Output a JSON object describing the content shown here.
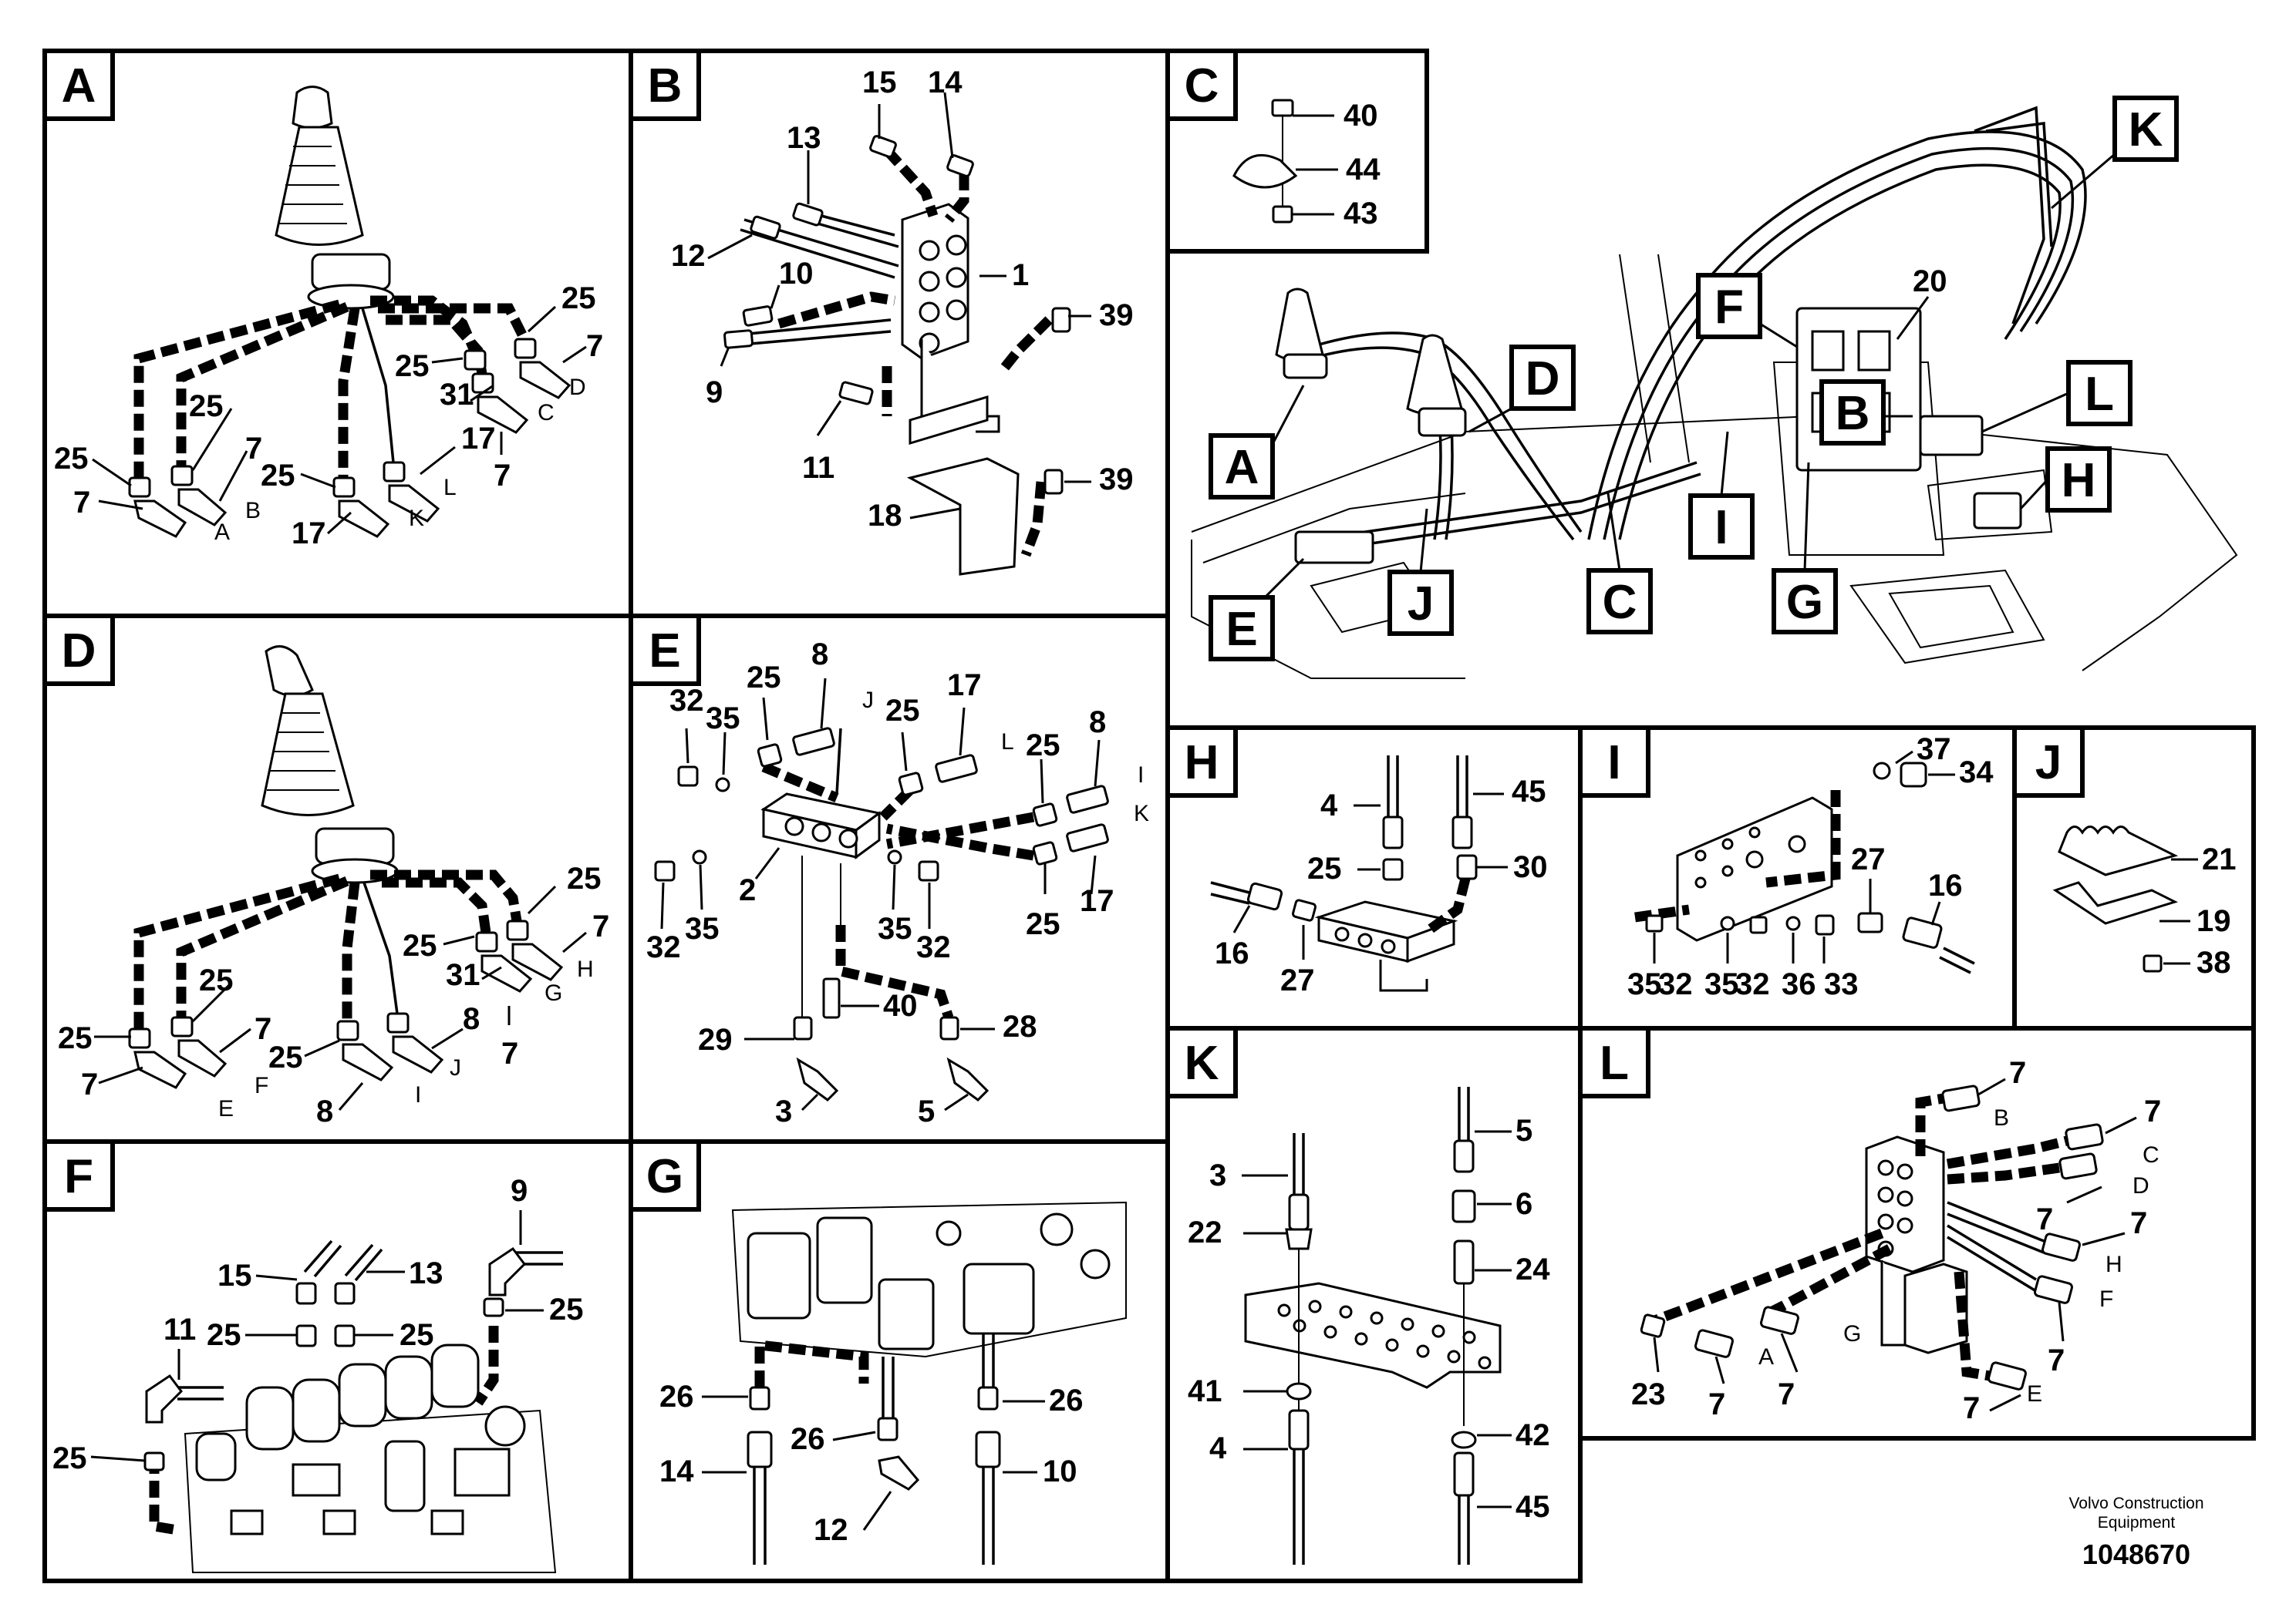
{
  "panels": {
    "A": {
      "letter": "A",
      "callouts": {
        "n25a": "25",
        "n7a": "7",
        "lD": "D",
        "n25b": "25",
        "n31": "31",
        "lC": "C",
        "n17a": "17",
        "n7b": "7",
        "n25c": "25",
        "n7c": "7",
        "lB": "B",
        "n25d": "25",
        "lL": "L",
        "n25e": "25",
        "n7d": "7",
        "lA": "A",
        "n17b": "17",
        "lK": "K"
      }
    },
    "B": {
      "letter": "B",
      "callouts": {
        "n15": "15",
        "n14": "14",
        "n13": "13",
        "n12": "12",
        "n10": "10",
        "n1": "1",
        "n39a": "39",
        "n9": "9",
        "n11": "11",
        "n39b": "39",
        "n18": "18"
      }
    },
    "C": {
      "letter": "C",
      "callouts": {
        "n40": "40",
        "n44": "44",
        "n43": "43"
      }
    },
    "overview": {
      "letters": {
        "A": "A",
        "B": "B",
        "C": "C",
        "D": "D",
        "E": "E",
        "F": "F",
        "G": "G",
        "H": "H",
        "I": "I",
        "J": "J",
        "K": "K",
        "L": "L"
      },
      "n20": "20"
    },
    "D": {
      "letter": "D",
      "callouts": {
        "n25a": "25",
        "n7a": "7",
        "lH": "H",
        "n25b": "25",
        "n31": "31",
        "lG": "G",
        "n8a": "8",
        "n7b": "7",
        "n25c": "25",
        "n7c": "7",
        "lF": "F",
        "n25d": "25",
        "lJ": "J",
        "n25e": "25",
        "n7d": "7",
        "lE": "E",
        "n8b": "8",
        "lI": "I"
      }
    },
    "E": {
      "letter": "E",
      "callouts": {
        "n32a": "32",
        "n35a": "35",
        "n25a": "25",
        "n8a": "8",
        "lJ": "J",
        "n25b": "25",
        "n17a": "17",
        "lL": "L",
        "n25c": "25",
        "n8b": "8",
        "lI": "I",
        "lK": "K",
        "n2": "2",
        "n32b": "32",
        "n35b": "35",
        "n35c": "35",
        "n32c": "32",
        "n25d": "25",
        "n17b": "17",
        "n40": "40",
        "n29": "29",
        "n28": "28",
        "n3": "3",
        "n5": "5"
      }
    },
    "H": {
      "letter": "H",
      "callouts": {
        "n4": "4",
        "n45": "45",
        "n25": "25",
        "n30": "30",
        "n16": "16",
        "n27": "27"
      }
    },
    "I": {
      "letter": "I",
      "callouts": {
        "n37": "37",
        "n34": "34",
        "n27": "27",
        "n16": "16",
        "n35a": "35",
        "n32a": "32",
        "n35b": "35",
        "n32b": "32",
        "n36": "36",
        "n33": "33"
      }
    },
    "J": {
      "letter": "J",
      "callouts": {
        "n21": "21",
        "n19": "19",
        "n38": "38"
      }
    },
    "F": {
      "letter": "F",
      "callouts": {
        "n9": "9",
        "n15": "15",
        "n13": "13",
        "n11": "11",
        "n25a": "25",
        "n25b": "25",
        "n25c": "25",
        "n25d": "25"
      }
    },
    "G": {
      "letter": "G",
      "callouts": {
        "n26a": "26",
        "n26b": "26",
        "n26c": "26",
        "n14": "14",
        "n10": "10",
        "n12": "12"
      }
    },
    "K": {
      "letter": "K",
      "callouts": {
        "n3": "3",
        "n5": "5",
        "n6": "6",
        "n22": "22",
        "n24": "24",
        "n41": "41",
        "n42": "42",
        "n4": "4",
        "n45": "45"
      }
    },
    "L": {
      "letter": "L",
      "callouts": {
        "n7a": "7",
        "lB": "B",
        "n7b": "7",
        "lC": "C",
        "lD": "D",
        "n7c": "7",
        "n7d": "7",
        "lH": "H",
        "lF": "F",
        "n7e": "7",
        "lA": "A",
        "lG": "G",
        "n23": "23",
        "n7f": "7",
        "n7g": "7",
        "n7h": "7",
        "lE": "E"
      }
    }
  },
  "footer": {
    "brand_line1": "Volvo Construction",
    "brand_line2": "Equipment",
    "code": "1048670"
  }
}
